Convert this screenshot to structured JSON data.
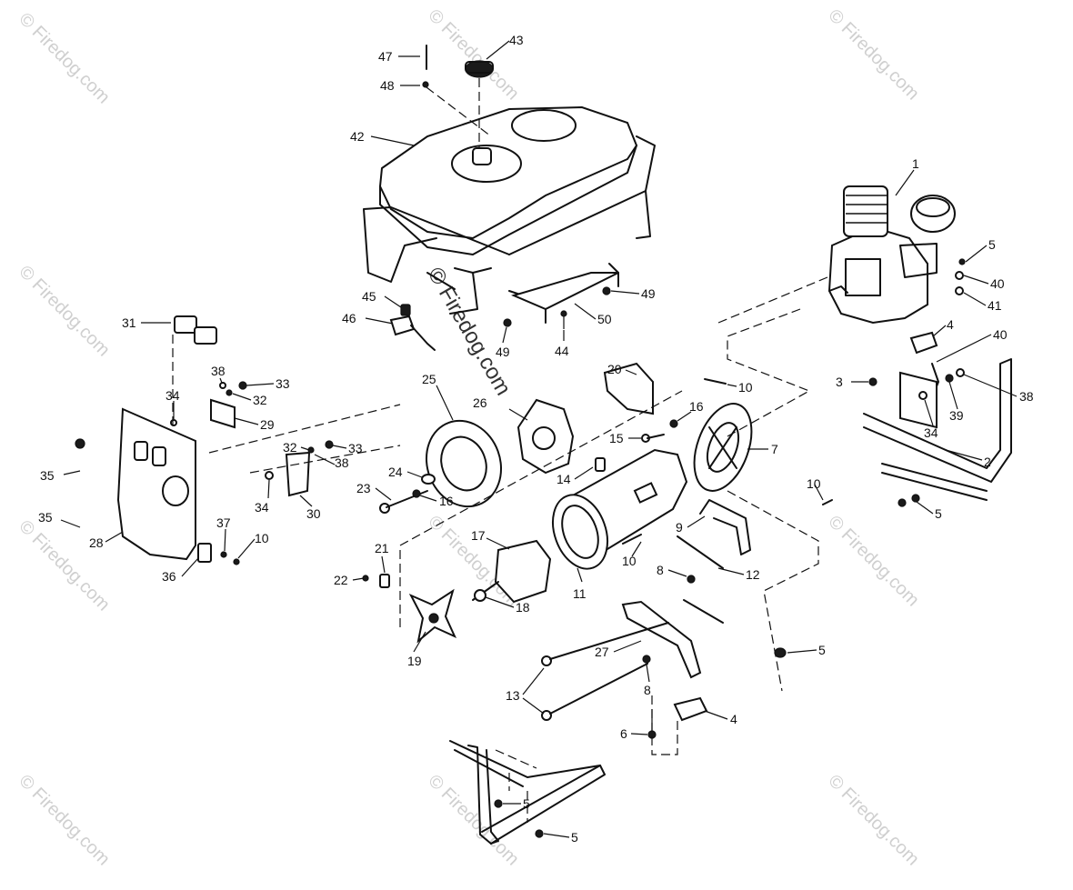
{
  "watermark": "© Firedog.com",
  "callouts": [
    {
      "id": "c47",
      "text": "47"
    },
    {
      "id": "c48",
      "text": "48"
    },
    {
      "id": "c43",
      "text": "43"
    },
    {
      "id": "c42",
      "text": "42"
    },
    {
      "id": "c1",
      "text": "1"
    },
    {
      "id": "c5a",
      "text": "5"
    },
    {
      "id": "c40a",
      "text": "40"
    },
    {
      "id": "c41",
      "text": "41"
    },
    {
      "id": "c4a",
      "text": "4"
    },
    {
      "id": "c40b",
      "text": "40"
    },
    {
      "id": "c3",
      "text": "3"
    },
    {
      "id": "c38a",
      "text": "38"
    },
    {
      "id": "c39",
      "text": "39"
    },
    {
      "id": "c34a",
      "text": "34"
    },
    {
      "id": "c2",
      "text": "2"
    },
    {
      "id": "c5b",
      "text": "5"
    },
    {
      "id": "c45",
      "text": "45"
    },
    {
      "id": "c46",
      "text": "46"
    },
    {
      "id": "c49a",
      "text": "49"
    },
    {
      "id": "c50",
      "text": "50"
    },
    {
      "id": "c49b",
      "text": "49"
    },
    {
      "id": "c44",
      "text": "44"
    },
    {
      "id": "c31",
      "text": "31"
    },
    {
      "id": "c38b",
      "text": "38"
    },
    {
      "id": "c33a",
      "text": "33"
    },
    {
      "id": "c34b",
      "text": "34"
    },
    {
      "id": "c32a",
      "text": "32"
    },
    {
      "id": "c29",
      "text": "29"
    },
    {
      "id": "c20",
      "text": "20"
    },
    {
      "id": "c10a",
      "text": "10"
    },
    {
      "id": "c25",
      "text": "25"
    },
    {
      "id": "c26",
      "text": "26"
    },
    {
      "id": "c16a",
      "text": "16"
    },
    {
      "id": "c15",
      "text": "15"
    },
    {
      "id": "c7",
      "text": "7"
    },
    {
      "id": "c32b",
      "text": "32"
    },
    {
      "id": "c33b",
      "text": "33"
    },
    {
      "id": "c38c",
      "text": "38"
    },
    {
      "id": "c35a",
      "text": "35"
    },
    {
      "id": "c24",
      "text": "24"
    },
    {
      "id": "c14",
      "text": "14"
    },
    {
      "id": "c23",
      "text": "23"
    },
    {
      "id": "c16b",
      "text": "16"
    },
    {
      "id": "c34c",
      "text": "34"
    },
    {
      "id": "c30",
      "text": "30"
    },
    {
      "id": "c10b",
      "text": "10"
    },
    {
      "id": "c9",
      "text": "9"
    },
    {
      "id": "c35b",
      "text": "35"
    },
    {
      "id": "c28",
      "text": "28"
    },
    {
      "id": "c37",
      "text": "37"
    },
    {
      "id": "c10c",
      "text": "10"
    },
    {
      "id": "c17",
      "text": "17"
    },
    {
      "id": "c10d",
      "text": "10"
    },
    {
      "id": "c36",
      "text": "36"
    },
    {
      "id": "c21",
      "text": "21"
    },
    {
      "id": "c8a",
      "text": "8"
    },
    {
      "id": "c12",
      "text": "12"
    },
    {
      "id": "c11",
      "text": "11"
    },
    {
      "id": "c22",
      "text": "22"
    },
    {
      "id": "c18",
      "text": "18"
    },
    {
      "id": "c19",
      "text": "19"
    },
    {
      "id": "c27",
      "text": "27"
    },
    {
      "id": "c5c",
      "text": "5"
    },
    {
      "id": "c8b",
      "text": "8"
    },
    {
      "id": "c13",
      "text": "13"
    },
    {
      "id": "c4b",
      "text": "4"
    },
    {
      "id": "c6",
      "text": "6"
    },
    {
      "id": "c5d",
      "text": "5"
    },
    {
      "id": "c5e",
      "text": "5"
    }
  ]
}
